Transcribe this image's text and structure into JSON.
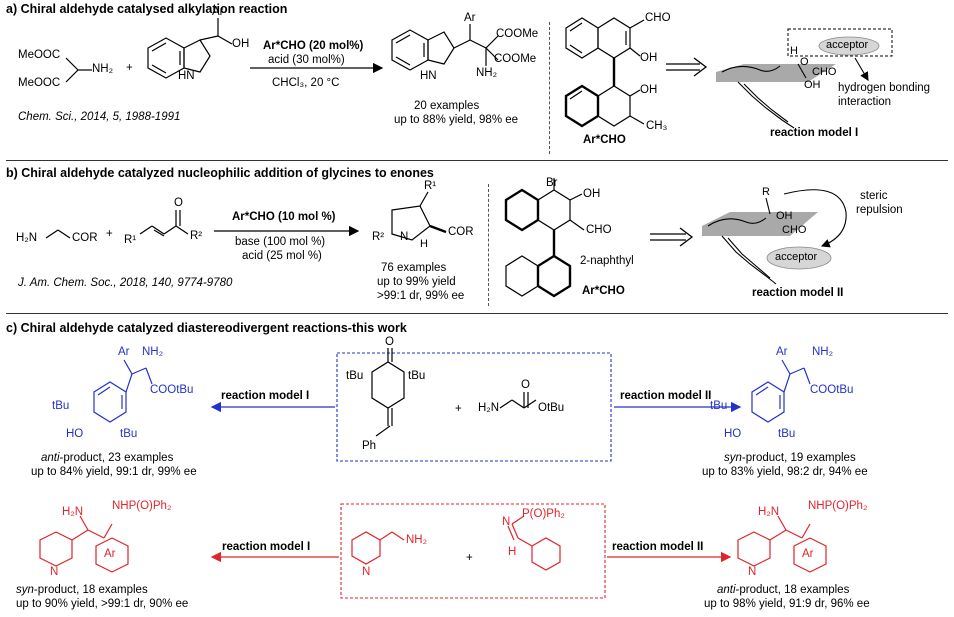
{
  "section_a": {
    "title": "a) Chiral aldehyde catalysed alkylation reaction",
    "reactant1": {
      "l1": "MeOOC",
      "l2": "NH₂",
      "l3": "MeOOC"
    },
    "reactant2": {
      "ar": "Ar",
      "oh": "OH",
      "hn": "HN"
    },
    "plus": "+",
    "cond1": "Ar*CHO (20 mol%)",
    "cond2": "acid (30 mol%)",
    "cond3": "CHCl₃, 20 °C",
    "citation": "Chem. Sci., 2014, 5, 1988-1991",
    "product": {
      "ar": "Ar",
      "e1": "COOMe",
      "e2": "COOMe",
      "nh2": "NH₂",
      "hn": "HN"
    },
    "result1": "20 examples",
    "result2": "up to 88% yield, 98% ee",
    "catalyst": {
      "cho": "CHO",
      "oh1": "OH",
      "oh2": "OH",
      "ch3": "CH₃",
      "label": "Ar*CHO"
    },
    "model": {
      "acceptor": "acceptor",
      "h": "H",
      "o": "O",
      "cho": "CHO",
      "oh": "OH",
      "hb1": "hydrogen bonding",
      "hb2": "interaction",
      "label": "reaction model I"
    }
  },
  "section_b": {
    "title": "b) Chiral aldehyde catalyzed nucleophilic addition of glycines to enones",
    "glycine": {
      "h2n": "H₂N",
      "cor": "COR"
    },
    "plus": "+",
    "enone": {
      "o": "O",
      "r1": "R¹",
      "r2": "R²"
    },
    "cond1": "Ar*CHO (10 mol %)",
    "cond2": "base (100 mol %)",
    "cond3": "acid (25 mol %)",
    "citation": "J. Am. Chem. Soc., 2018, 140, 9774-9780",
    "product": {
      "r1": "R¹",
      "r2": "R²",
      "n": "N",
      "h": "H",
      "cor": "COR"
    },
    "result1": "76 examples",
    "result2": "up to 99% yield",
    "result3": ">99:1 dr, 99% ee",
    "catalyst": {
      "br": "Br",
      "oh": "OH",
      "cho": "CHO",
      "naph": "2-naphthyl",
      "label": "Ar*CHO"
    },
    "model": {
      "r": "R",
      "oh": "OH",
      "cho": "CHO",
      "acceptor": "acceptor",
      "st1": "steric",
      "st2": "repulsion",
      "label": "reaction model II"
    }
  },
  "section_c": {
    "title": "c) Chiral aldehyde catalyzed diastereodivergent reactions-this work",
    "top": {
      "substrate1": {
        "o": "O",
        "tbu1": "tBu",
        "tbu2": "tBu",
        "ph": "Ph"
      },
      "plus": "+",
      "substrate2": {
        "h2n": "H₂N",
        "o": "O",
        "otbu": "OtBu"
      },
      "left_arrow": "reaction model I",
      "right_arrow": "reaction model II",
      "anti_product": {
        "ar": "Ar",
        "nh2": "NH₂",
        "ester": "COOtBu",
        "tbu1": "tBu",
        "tbu2": "tBu",
        "ho": "HO",
        "r1a": "anti",
        "r1b": "-product, 23 examples",
        "r2": "up to 84% yield, 99:1 dr, 99% ee"
      },
      "syn_product": {
        "ar": "Ar",
        "nh2": "NH₂",
        "ester": "COOtBu",
        "tbu1": "tBu",
        "tbu2": "tBu",
        "ho": "HO",
        "r1a": "syn",
        "r1b": "-product, 19 examples",
        "r2": "up to 83% yield, 98:2 dr, 94% ee"
      }
    },
    "bottom": {
      "substrate1": {
        "nh2": "NH₂",
        "n": "N"
      },
      "plus": "+",
      "substrate2": {
        "po": "P(O)Ph₂",
        "n": "N",
        "h": "H"
      },
      "left_arrow": "reaction model I",
      "right_arrow": "reaction model II",
      "syn_product": {
        "h2n": "H₂N",
        "nhp": "NHP(O)Ph₂",
        "n": "N",
        "ar": "Ar",
        "r1a": "syn",
        "r1b": "-product, 18 examples",
        "r2": "up to 90% yield, >99:1 dr, 90% ee"
      },
      "anti_product": {
        "h2n": "H₂N",
        "nhp": "NHP(O)Ph₂",
        "n": "N",
        "ar": "Ar",
        "r1a": "anti",
        "r1b": "-product, 18 examples",
        "r2": "up to 98% yield, 91:9 dr, 96% ee"
      }
    }
  },
  "colors": {
    "blue": "#2432c9",
    "red": "#e0242b",
    "gray_plane": "#9a9a9a"
  }
}
